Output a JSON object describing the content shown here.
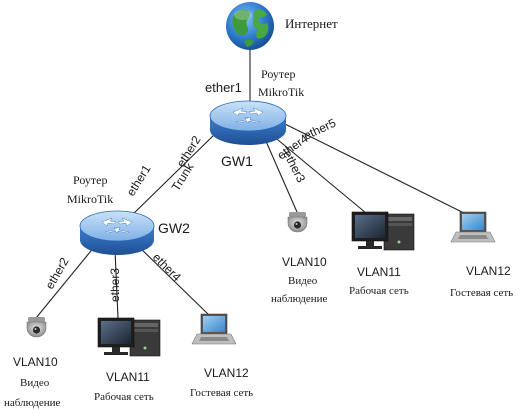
{
  "internet": {
    "label": "Интернет",
    "icon": "globe-icon"
  },
  "gw1": {
    "name": "GW1",
    "caption_line1": "Роутер",
    "caption_line2": "MikroTik",
    "icon": "router-icon",
    "uplink_port": "ether1"
  },
  "gw2": {
    "name": "GW2",
    "caption_line1": "Роутер",
    "caption_line2": "MikroTik",
    "icon": "router-icon"
  },
  "trunk": {
    "gw1_port": "ether2",
    "trunk_label": "Trunk",
    "gw2_port": "ether1"
  },
  "gw1_clients": [
    {
      "port": "ether3",
      "vlan": "VLAN10",
      "desc_line1": "Видео",
      "desc_line2": "наблюдение",
      "icon": "camera-icon"
    },
    {
      "port": "ether4",
      "vlan": "VLAN11",
      "desc_line1": "Рабочая сеть",
      "desc_line2": "",
      "icon": "desktop-pc-icon"
    },
    {
      "port": "ether5",
      "vlan": "VLAN12",
      "desc_line1": "Гостевая сеть",
      "desc_line2": "",
      "icon": "laptop-icon"
    }
  ],
  "gw2_clients": [
    {
      "port": "ether2",
      "vlan": "VLAN10",
      "desc_line1": "Видео",
      "desc_line2": "наблюдение",
      "icon": "camera-icon"
    },
    {
      "port": "ether3",
      "vlan": "VLAN11",
      "desc_line1": "Рабочая сеть",
      "desc_line2": "",
      "icon": "desktop-pc-icon"
    },
    {
      "port": "ether4",
      "vlan": "VLAN12",
      "desc_line1": "Гостевая сеть",
      "desc_line2": "",
      "icon": "laptop-icon"
    }
  ],
  "colors": {
    "router_blue": "#3d7fd0",
    "router_light": "#9fc6ee",
    "globe_ocean": "#2b78c9",
    "globe_land": "#3f9a3a"
  }
}
